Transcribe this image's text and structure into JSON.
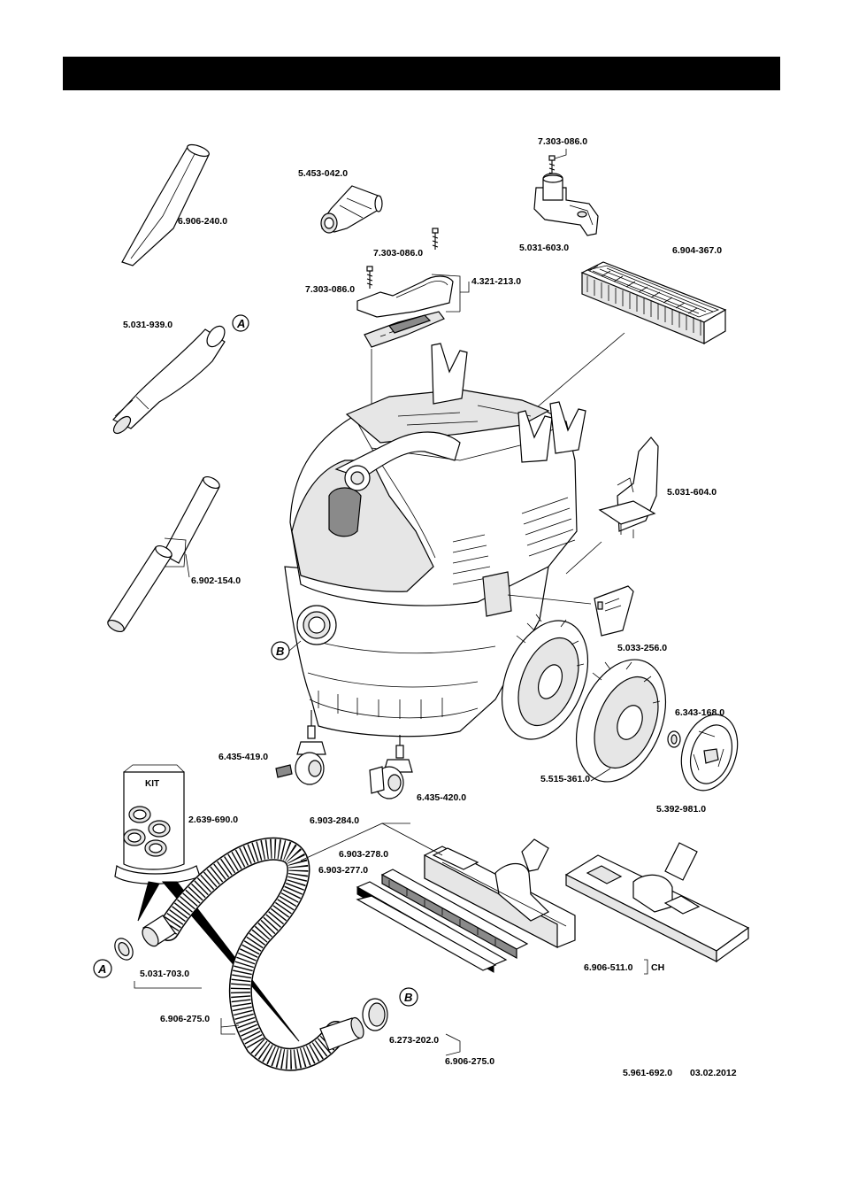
{
  "parts": {
    "crevice_nozzle": "6.906-240.0",
    "adapter": "5.453-042.0",
    "screw_top": "7.303-086.0",
    "hose_holder": "5.031-603.0",
    "flat_filter": "6.904-367.0",
    "screw_handle_right": "7.303-086.0",
    "screw_handle_left": "7.303-086.0",
    "handle": "4.321-213.0",
    "bend": "5.031-939.0",
    "extension_tubes": "6.902-154.0",
    "accessory_holder": "5.031-604.0",
    "cover": "5.033-256.0",
    "castor_front_left": "6.435-419.0",
    "castor_front_right": "6.435-420.0",
    "wheel": "5.515-361.0",
    "wheel_cap": "5.392-981.0",
    "retaining_ring": "6.343-168.0",
    "kit": "2.639-690.0",
    "floor_nozzle": "6.903-284.0",
    "brush_strip": "6.903-278.0",
    "rubber_strip": "6.903-277.0",
    "clamp": "5.031-703.0",
    "hose_left": "6.906-275.0",
    "hose_bottom": "6.906-275.0",
    "seal_ring": "6.273-202.0",
    "floor_nozzle_ch": "6.906-511.0",
    "ch_suffix": "CH"
  },
  "kit_label": "KIT",
  "ref_a": "A",
  "ref_b": "B",
  "doc_number": "5.961-692.0",
  "doc_date": "03.02.2012"
}
